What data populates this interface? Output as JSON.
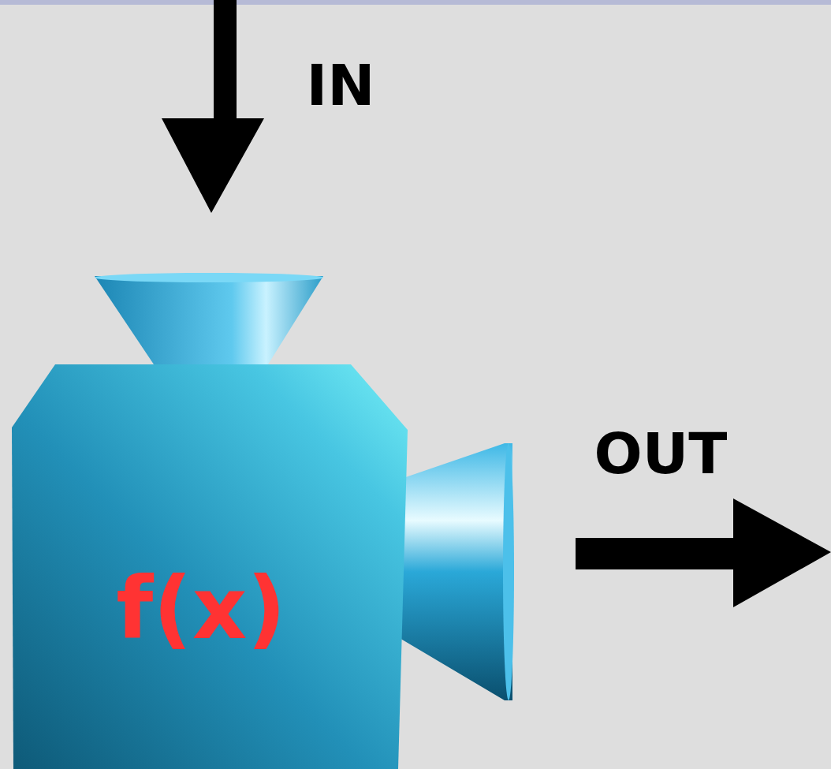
{
  "diagram": {
    "nodes": [
      {
        "text": [
          "f(x)"
        ]
      }
    ],
    "labels": [
      "IN",
      "OUT"
    ]
  }
}
